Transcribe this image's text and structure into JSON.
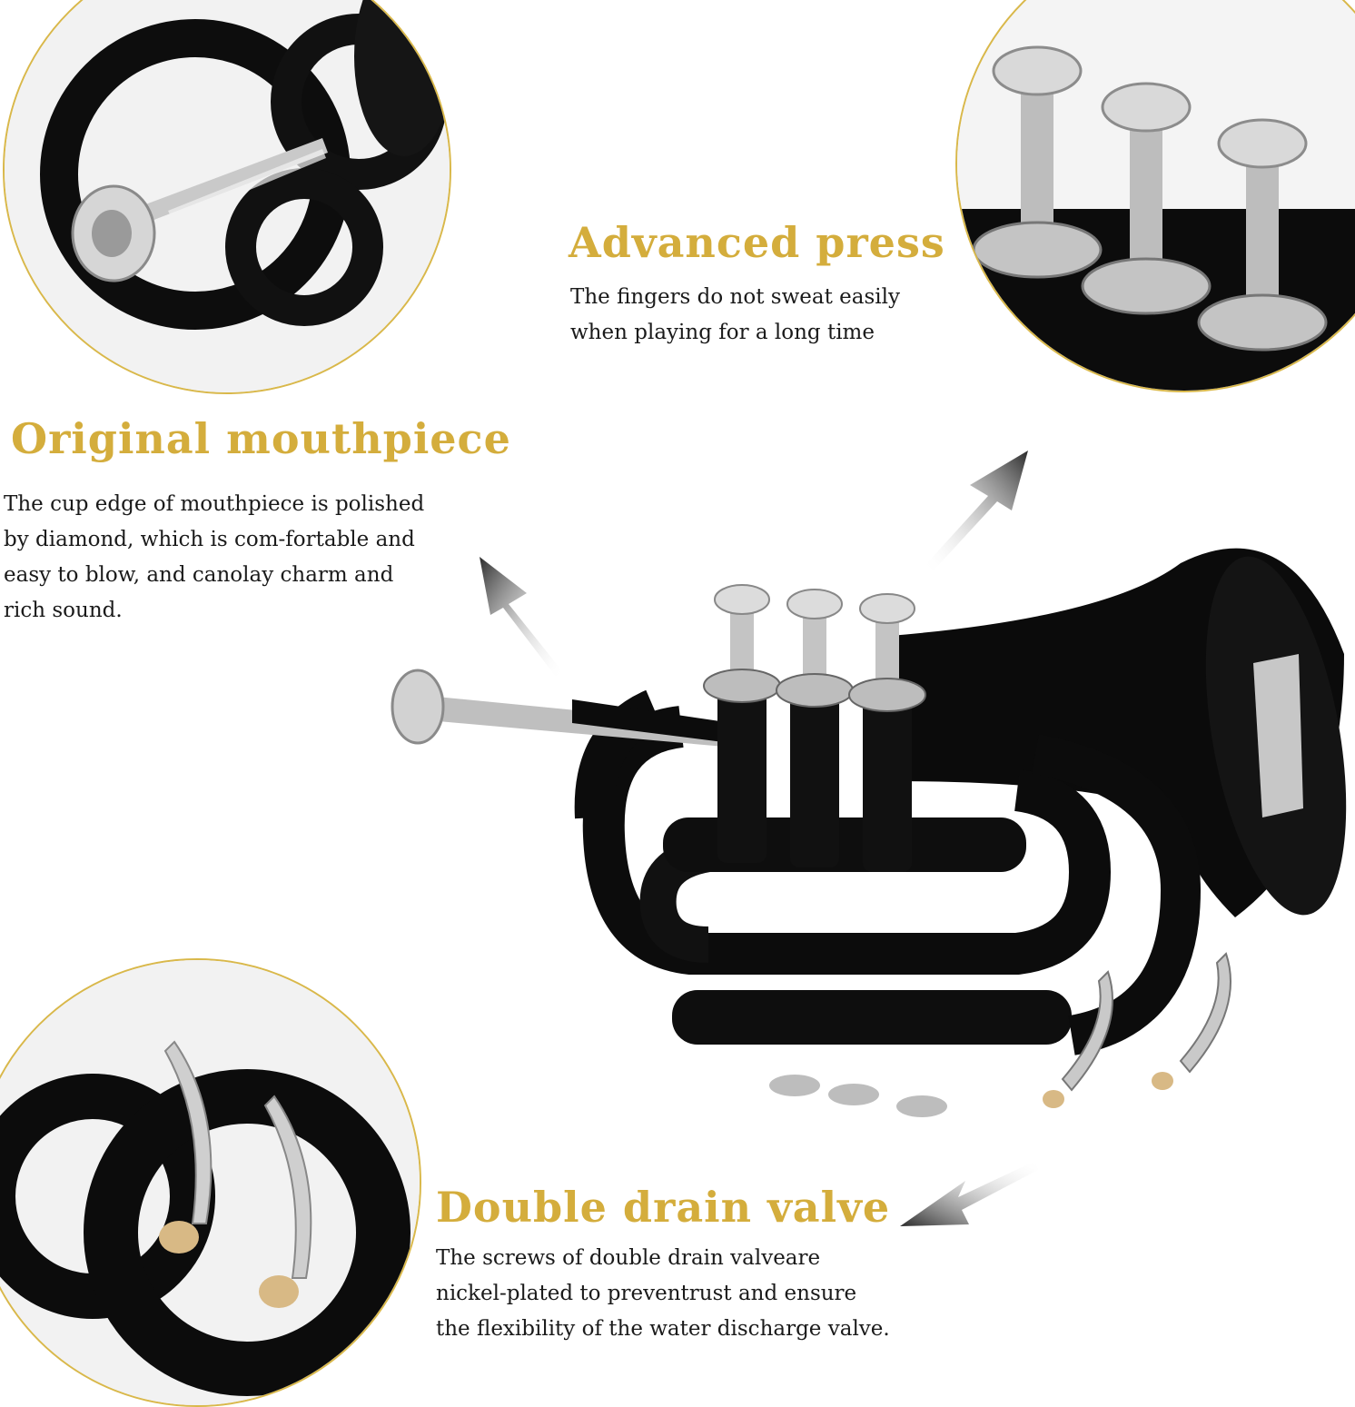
{
  "features": {
    "advanced_press": {
      "title": "Advanced press",
      "lines": [
        "The fingers do not sweat easily",
        "when playing for a long time"
      ]
    },
    "original_mouthpiece": {
      "title": "Original mouthpiece",
      "lines": [
        "The cup edge of mouthpiece is polished",
        "by diamond, which is com-fortable and",
        "easy to blow, and canolay charm and",
        "rich sound."
      ]
    },
    "double_drain_valve": {
      "title": "Double drain valve",
      "lines": [
        "The screws of double drain valveare",
        "nickel-plated to preventrust and ensure",
        "the flexibility of the water discharge valve."
      ]
    }
  },
  "colors": {
    "heading_gold": "#d4ad3c",
    "circle_border": "#d9b84a",
    "body_text": "#1a1a1a",
    "trumpet_black": "#0c0c0c",
    "silver": "#c8c8c8"
  }
}
